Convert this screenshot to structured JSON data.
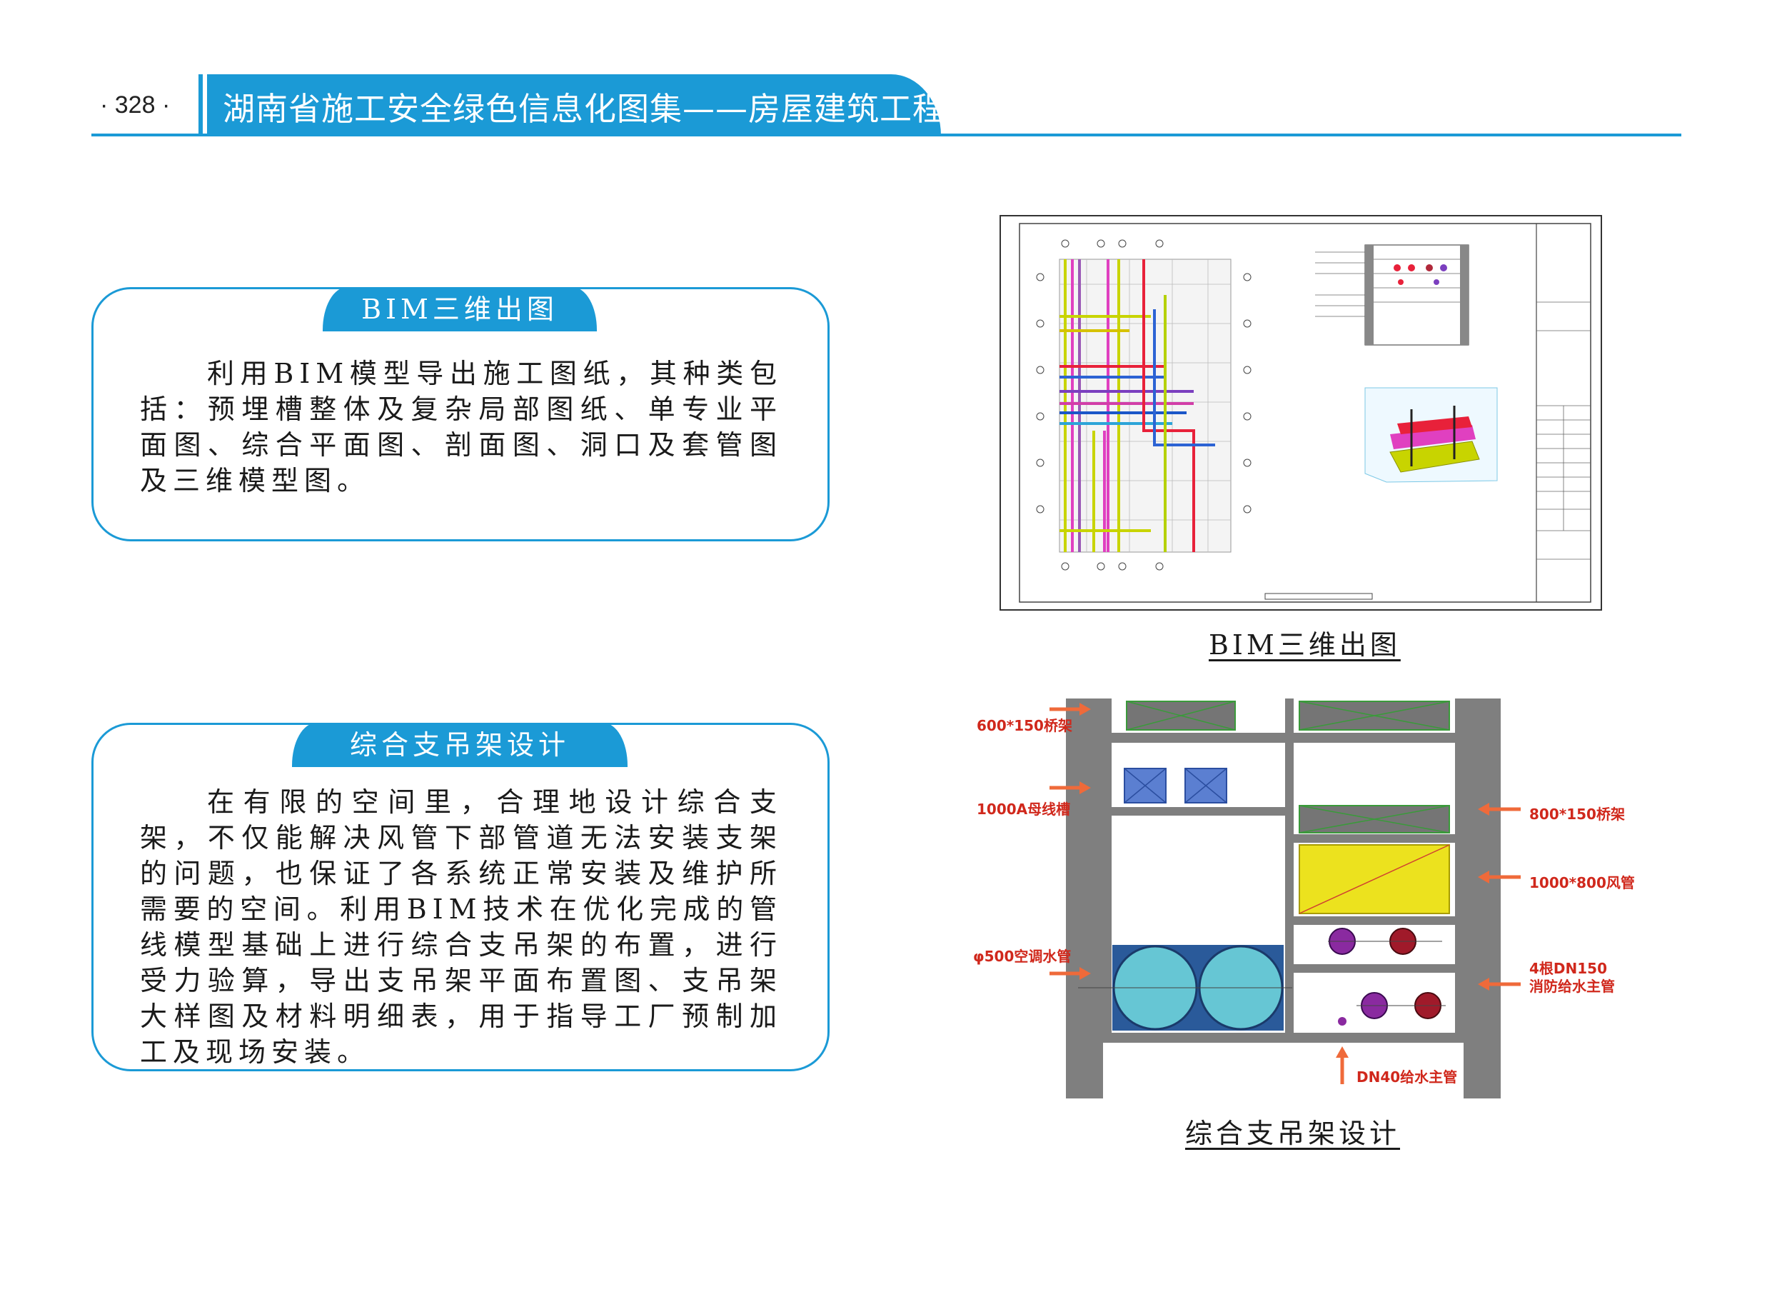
{
  "header": {
    "page_number": "· 328 ·",
    "book_title": "湖南省施工安全绿色信息化图集——房屋建筑工程"
  },
  "sections": [
    {
      "title": "BIM三维出图",
      "body": "利用BIM模型导出施工图纸，其种类包括：预埋槽整体及复杂局部图纸、单专业平面图、综合平面图、剖面图、洞口及套管图及三维模型图。"
    },
    {
      "title": "综合支吊架设计",
      "body": "在有限的空间里，合理地设计综合支架，不仅能解决风管下部管道无法安装支架的问题，也保证了各系统正常安装及维护所需要的空间。利用BIM技术在优化完成的管线模型基础上进行综合支吊架的布置，进行受力验算，导出支吊架平面布置图、支吊架大样图及材料明细表，用于指导工厂预制加工及现场安装。"
    }
  ],
  "figures": {
    "bim_drawing_caption": "BIM三维出图",
    "support_design_caption": "综合支吊架设计",
    "support_labels": {
      "tray_600": "600*150桥架",
      "busway_1000a": "1000A母线槽",
      "chw_pipe": "φ500空调水管",
      "tray_800": "800*150桥架",
      "duct_1000": "1000*800风管",
      "fire_pipe_line1": "4根DN150",
      "fire_pipe_line2": "消防给水主管",
      "water_main": "DN40给水主管"
    }
  },
  "colors": {
    "accent_blue": "#1b9ad6",
    "arrow_orange": "#ef6a3a",
    "label_red": "#d0281c"
  }
}
